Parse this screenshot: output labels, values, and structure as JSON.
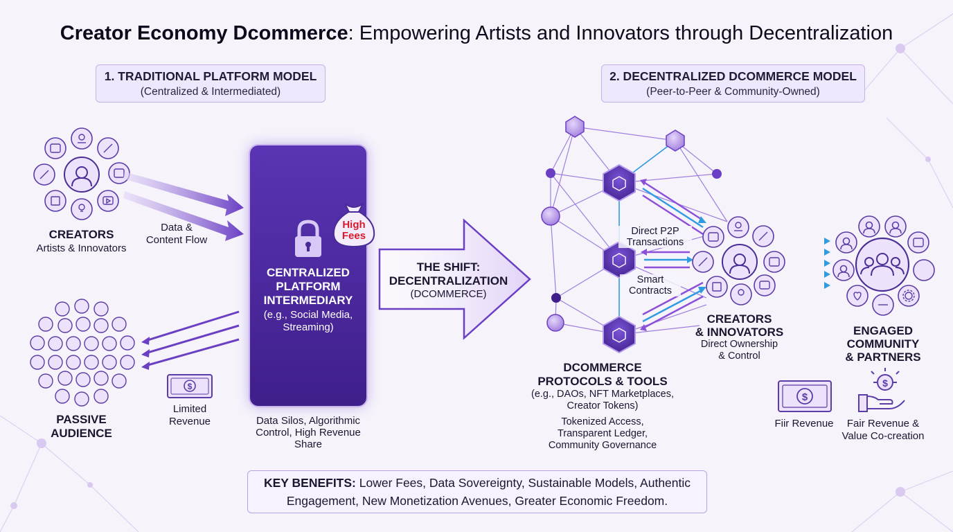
{
  "title": {
    "bold": "Creator Economy Dcommerce",
    "rest": ": Empowering Artists and Innovators through Decentralization"
  },
  "left_model": {
    "heading": "1. TRADITIONAL PLATFORM MODEL",
    "sub": "(Centralized & Intermediated)"
  },
  "right_model": {
    "heading": "2. DECENTRALIZED DCOMMERCE MODEL",
    "sub": "(Peer-to-Peer & Community-Owned)"
  },
  "creators_left": {
    "title": "CREATORS",
    "sub": "Artists & Innovators"
  },
  "data_flow": {
    "line1": "Data &",
    "line2": "Content Flow"
  },
  "platform": {
    "line1": "CENTRALIZED",
    "line2": "PLATFORM",
    "line3": "INTERMEDIARY",
    "line4": "(e.g., Social Media,",
    "line5": "Streaming)",
    "fees1": "High",
    "fees2": "Fees"
  },
  "platform_caption": {
    "line1": "Data Silos, Algorithmic",
    "line2": "Control, High Revenue",
    "line3": "Share"
  },
  "passive_audience": {
    "line1": "PASSIVE",
    "line2": "AUDIENCE"
  },
  "limited_revenue": {
    "line1": "Limited",
    "line2": "Revenue"
  },
  "shift": {
    "line1": "THE SHIFT:",
    "line2": "DECENTRALIZATION",
    "line3": "(DCOMMERCE)"
  },
  "p2p": {
    "line1": "Direct P2P",
    "line2": "Transactions"
  },
  "smart": {
    "line1": "Smart",
    "line2": "Contracts"
  },
  "protocols": {
    "line1": "DCOMMERCE",
    "line2": "PROTOCOLS & TOOLS",
    "line3": "(e.g., DAOs, NFT Marketplaces,",
    "line4": "Creator Tokens)",
    "line5": "Tokenized Access,",
    "line6": "Transparent Ledger,",
    "line7": "Community Governance"
  },
  "creators_right": {
    "line1": "CREATORS",
    "line2": "& INNOVATORS",
    "line3": "Direct Ownership",
    "line4": "& Control"
  },
  "community": {
    "line1": "ENGAGED",
    "line2": "COMMUNITY",
    "line3": "& PARTNERS"
  },
  "fiir_revenue": "Fiir Revenue",
  "fair_revenue": {
    "line1": "Fair Revenue &",
    "line2": "Value Co-creation"
  },
  "benefits": {
    "bold": "KEY BENEFITS:",
    "line1_rest": " Lower Fees, Data Sovereignty, Sustainable Models, Authentic",
    "line2": "Engagement, New Monetization Avenues, Greater Economic Freedom."
  },
  "colors": {
    "purple": "#6a3fc4",
    "deep_purple": "#3f1f8a",
    "blue": "#2f9be0",
    "violet_light": "#a98be0",
    "fee_red": "#d81b2c"
  },
  "icons": [
    "person-icon",
    "design-icon",
    "paint-brush-icon",
    "tablet-icon",
    "lightbulb-icon",
    "video-icon",
    "pen-icon",
    "lock-icon",
    "money-bag-icon",
    "dollar-bill-icon",
    "hand-coin-icon",
    "hexagon-node-icon",
    "group-icon",
    "heart-icon",
    "handshake-icon",
    "gear-icon"
  ]
}
